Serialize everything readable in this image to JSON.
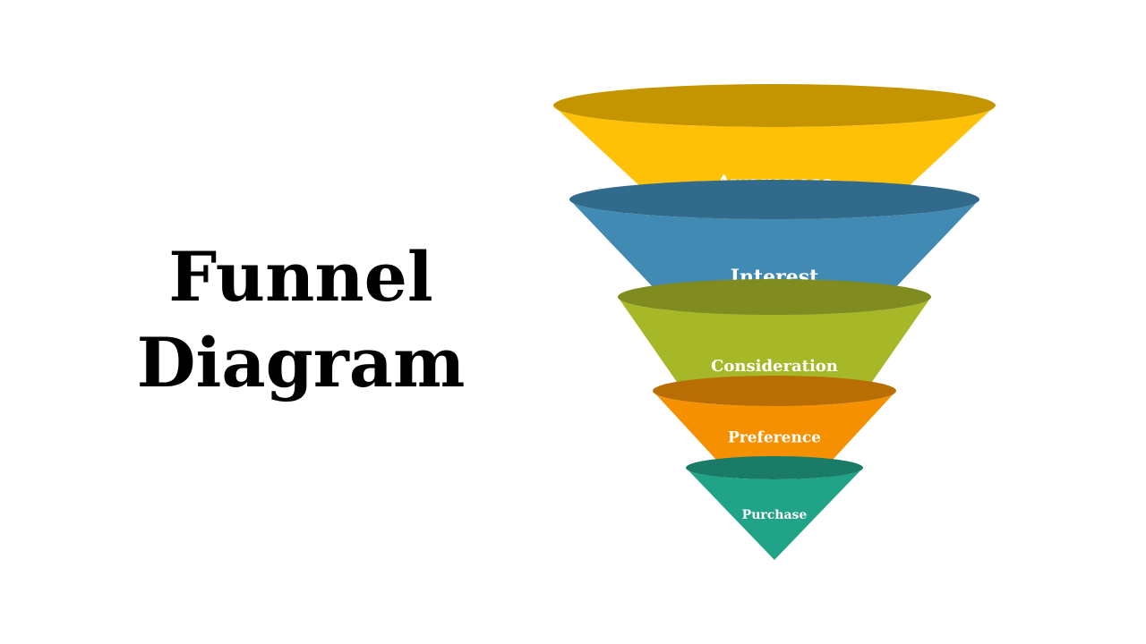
{
  "slide": {
    "title_line1": "Funnel",
    "title_line2": "Diagram"
  },
  "funnel": {
    "stages": [
      {
        "key": "awareness",
        "label": "Awareness",
        "color": "#FFC107",
        "rim_color": "#C49500"
      },
      {
        "key": "interest",
        "label": "Interest",
        "color": "#418AB3",
        "rim_color": "#316A8A"
      },
      {
        "key": "consideration",
        "label": "Consideration",
        "color": "#A6B727",
        "rim_color": "#808B20"
      },
      {
        "key": "preference",
        "label": "Preference",
        "color": "#F59100",
        "rim_color": "#B86E05"
      },
      {
        "key": "purchase",
        "label": "Purchase",
        "color": "#20A387",
        "rim_color": "#1A7B66"
      }
    ]
  }
}
